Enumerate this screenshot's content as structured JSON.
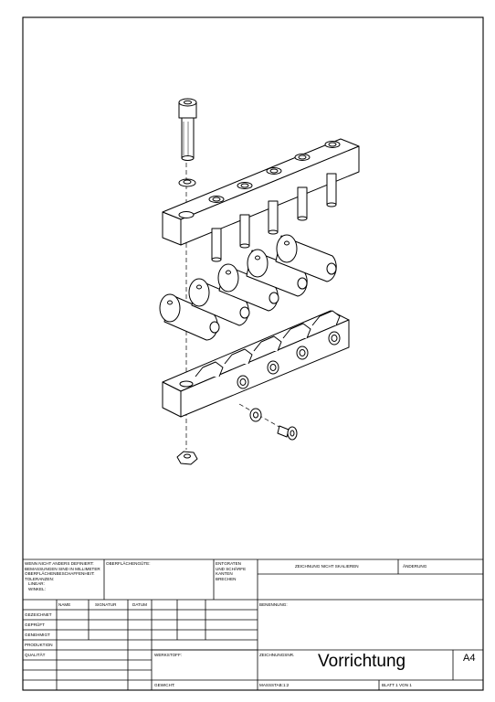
{
  "title_block": {
    "general_note": [
      "WENN NICHT ANDERS DEFINIERT:",
      "BEMASSUNGEN SIND IN MILLIMETER",
      "OBERFLÄCHENBESCHAFFENHEIT:",
      "TOLERANZEN:",
      "LINEAR:",
      "WINKEL:"
    ],
    "surface_label": "OBERFLÄCHENGÜTE:",
    "deburr_note": [
      "ENTGRATEN",
      "UND SCHÄRFE",
      "KANTEN",
      "BRECHEN"
    ],
    "do_not_scale": "ZEICHNUNG NICHT SKALIEREN",
    "revision_label": "ÄNDERUNG",
    "col_name": "NAME",
    "col_signature": "SIGNATUR",
    "col_date": "DATUM",
    "rows": [
      "GEZEICHNET",
      "GEPRÜFT",
      "GENEHMIGT",
      "PRODUKTION",
      "QUALITÄT"
    ],
    "designation_label": "BENENNUNG:",
    "material_label": "WERKSTOFF:",
    "drawing_no_label": "ZEICHNUNGSNR.",
    "drawing_title": "Vorrichtung",
    "format": "A4",
    "weight_label": "GEWICHT:",
    "scale_label": "MASSSTAB:1:2",
    "sheet_label": "BLATT 1 VON 1"
  }
}
